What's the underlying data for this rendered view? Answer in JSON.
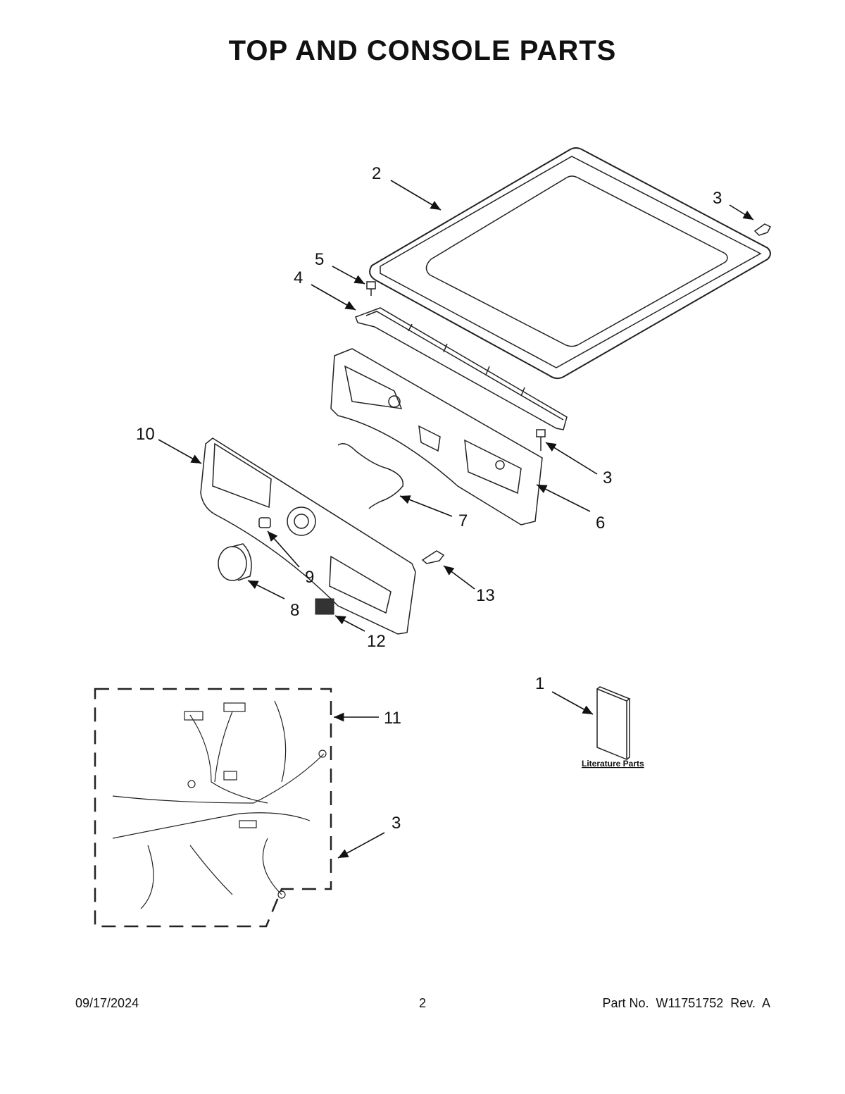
{
  "page": {
    "title": "TOP AND CONSOLE PARTS"
  },
  "callouts": {
    "c1": "1",
    "c2": "2",
    "c3a": "3",
    "c3b": "3",
    "c3c": "3",
    "c4": "4",
    "c5": "5",
    "c6": "6",
    "c7": "7",
    "c8": "8",
    "c9": "9",
    "c10": "10",
    "c11": "11",
    "c12": "12",
    "c13": "13"
  },
  "literature": {
    "label": "Literature Parts"
  },
  "footer": {
    "date": "09/17/2024",
    "page_number": "2",
    "part_info": "Part No.  W11751752  Rev.  A"
  }
}
